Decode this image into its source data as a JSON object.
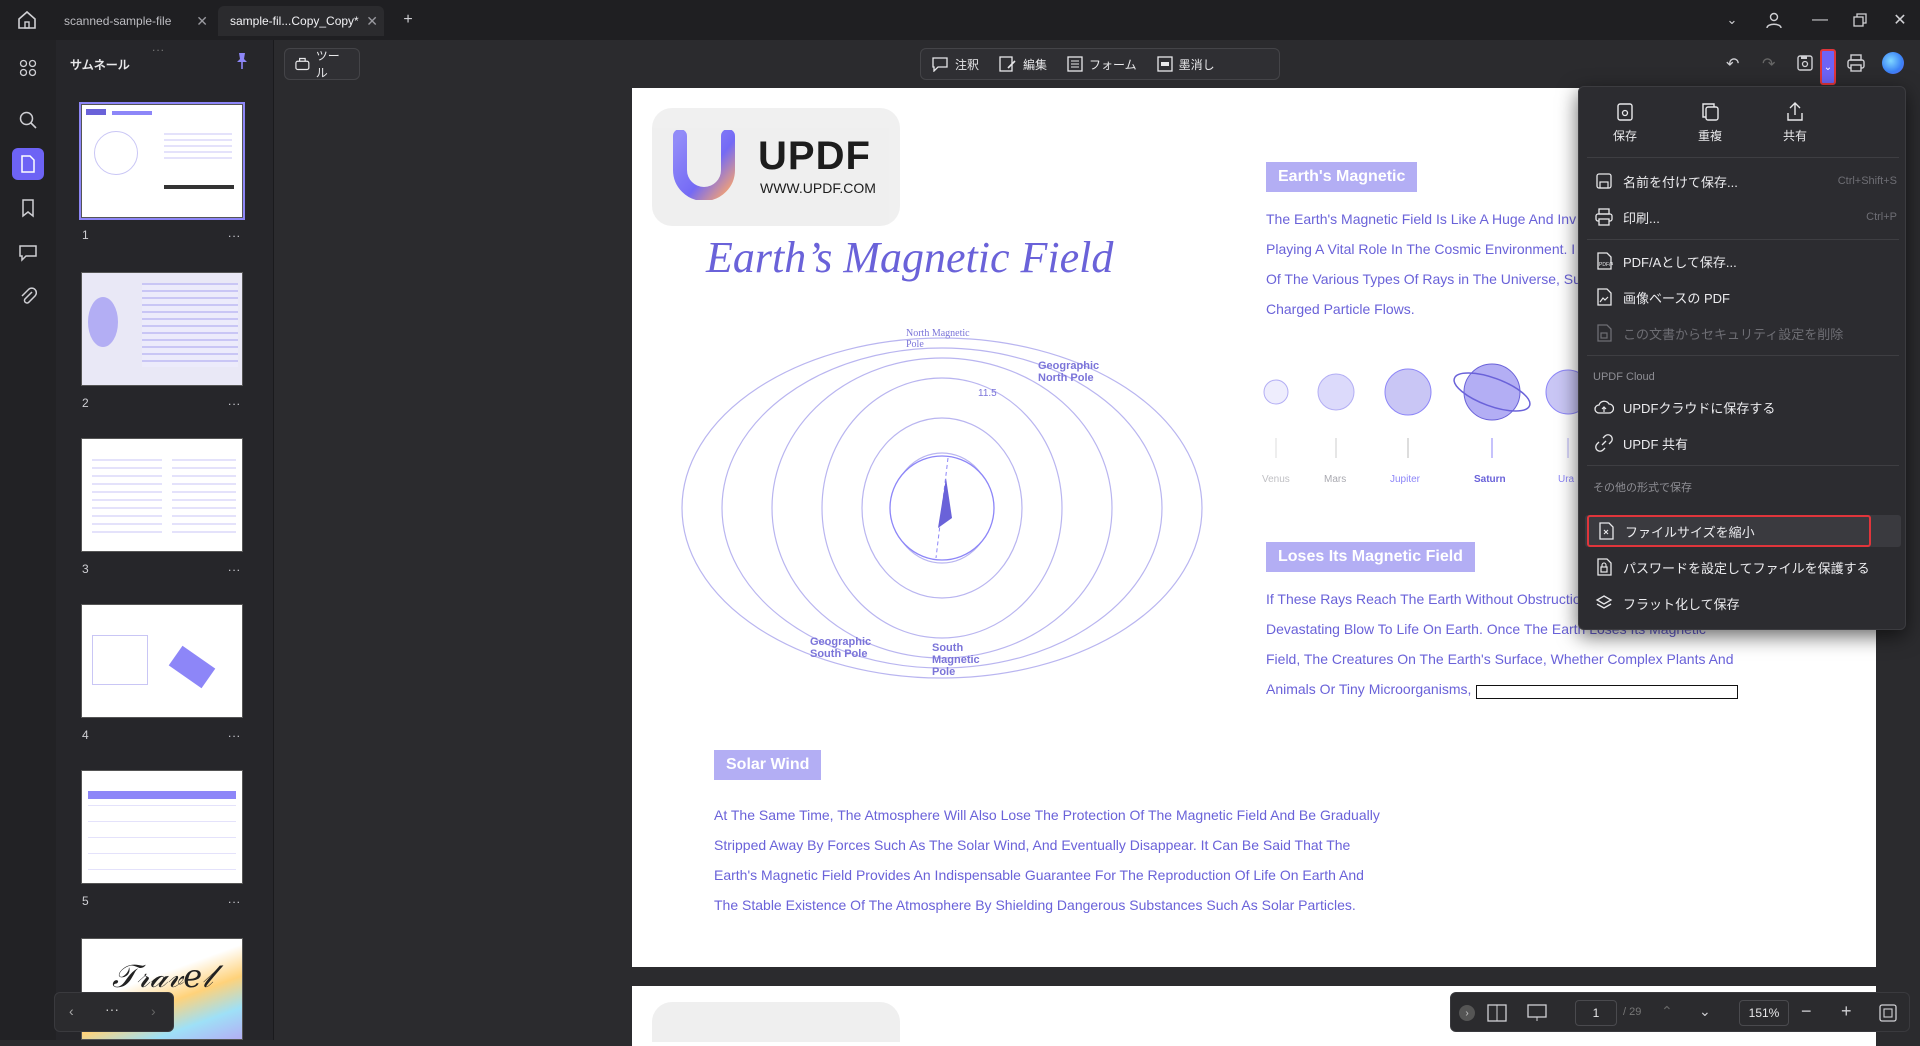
{
  "tabs": [
    {
      "label": "scanned-sample-file",
      "active": false
    },
    {
      "label": "sample-fil...Copy_Copy*",
      "active": true
    }
  ],
  "thumbnails_panel": {
    "title": "サムネール",
    "pages": [
      "1",
      "2",
      "3",
      "4",
      "5"
    ],
    "more_label": "..."
  },
  "toolbar": {
    "tools_label": "ツール",
    "comment_label": "注釈",
    "edit_label": "編集",
    "form_label": "フォーム",
    "redact_label": "墨消し"
  },
  "document": {
    "logo_name": "UPDF",
    "logo_url": "WWW.UPDF.COM",
    "title_line1": "Formation Of The",
    "title_line2": "Earth’s Magnetic Field",
    "diagram_labels": {
      "north_magnetic_pole": "North Magnetic Pole",
      "geographic_north_pole": "Geographic North Pole",
      "angle": "11.5",
      "geographic_south_pole": "Geographic South Pole",
      "south_magnetic_pole": "South Magnetic Pole"
    },
    "section1": {
      "heading": "Earth's Magnetic",
      "lines": [
        "The Earth's Magnetic Field Is Like A Huge And Inv",
        "Playing A Vital Role In The Cosmic Environment. I",
        "Of The Various Types Of Rays in The Universe, Su",
        "Charged Particle Flows."
      ]
    },
    "planets": [
      "Venus",
      "Mars",
      "Jupiter",
      "Saturn",
      "Ura"
    ],
    "section2": {
      "heading": "Loses Its Magnetic Field",
      "lines": [
        "If These Rays Reach The Earth Without Obstructio",
        "Devastating Blow To Life On Earth. Once The Earth Loses Its Magnetic",
        "Field, The Creatures On The Earth's Surface, Whether Complex Plants And",
        "Animals Or Tiny Microorganisms,"
      ]
    },
    "section3": {
      "heading": "Solar Wind",
      "lines": [
        "At The Same Time, The Atmosphere Will Also Lose The Protection Of The Magnetic Field And Be Gradually",
        "Stripped Away By Forces Such As The Solar Wind, And Eventually Disappear. It Can Be Said That The",
        "Earth's Magnetic Field Provides An Indispensable Guarantee For The Reproduction Of Life On Earth And",
        "The Stable Existence Of The Atmosphere By Shielding Dangerous Substances Such As Solar Particles."
      ]
    }
  },
  "save_menu": {
    "top_actions": [
      {
        "label": "保存",
        "icon": "save-icon"
      },
      {
        "label": "重複",
        "icon": "duplicate-icon"
      },
      {
        "label": "共有",
        "icon": "share-icon"
      }
    ],
    "items": [
      {
        "label": "名前を付けて保存...",
        "shortcut": "Ctrl+Shift+S",
        "icon": "save-as-icon"
      },
      {
        "label": "印刷...",
        "shortcut": "Ctrl+P",
        "icon": "print-icon"
      },
      {
        "label": "PDF/Aとして保存...",
        "shortcut": "",
        "icon": "pdfa-icon"
      },
      {
        "label": "画像ベースの PDF",
        "shortcut": "",
        "icon": "image-pdf-icon"
      },
      {
        "label": "この文書からセキュリティ設定を削除",
        "shortcut": "",
        "icon": "remove-security-icon"
      }
    ],
    "cloud_section": "UPDF Cloud",
    "cloud_items": [
      {
        "label": "UPDFクラウドに保存する",
        "icon": "cloud-save-icon"
      },
      {
        "label": "UPDF 共有",
        "icon": "link-icon"
      }
    ],
    "other_section": "その他の形式で保存",
    "other_items": [
      {
        "label": "ファイルサイズを縮小",
        "icon": "reduce-size-icon"
      },
      {
        "label": "パスワードを設定してファイルを保護する",
        "icon": "password-icon"
      },
      {
        "label": "フラット化して保存",
        "icon": "flatten-icon"
      }
    ]
  },
  "bottom_bar": {
    "current_page": "1",
    "total_pages": "/ 29",
    "zoom": "151%"
  },
  "colors": {
    "accent": "#6d63f5",
    "doc_text": "#6a62d9",
    "highlight_red": "#e0353b"
  }
}
